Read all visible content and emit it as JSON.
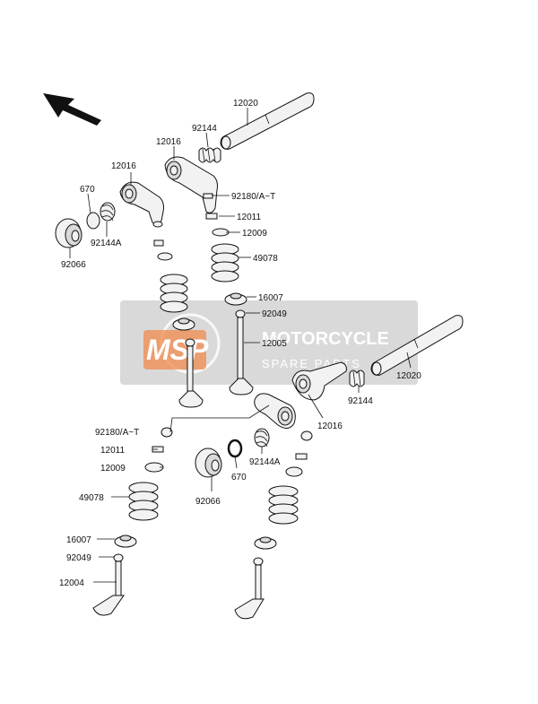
{
  "colors": {
    "line": "#111111",
    "watermark_box": "#b9b9b9",
    "watermark_logo": "#f08a4b"
  },
  "watermark": {
    "logo": "MSP",
    "line1": "MOTORCYCLE",
    "line2": "SPARE PARTS"
  },
  "labels": {
    "l12020a": "12020",
    "l92144a": "92144",
    "l12016a": "12016",
    "l12016b": "12016",
    "l670a": "670",
    "l92180a": "92180/A~T",
    "l12011a": "12011",
    "l12009a": "12009",
    "l92144Aa": "92144A",
    "l92066a": "92066",
    "l49078a": "49078",
    "l16007a": "16007",
    "l92049a": "92049",
    "l12005": "12005",
    "l12020b": "12020",
    "l92144b": "92144",
    "l12016c": "12016",
    "l92180b": "92180/A~T",
    "l12011b": "12011",
    "l12009b": "12009",
    "l92144Ab": "92144A",
    "l670b": "670",
    "l92066b": "92066",
    "l49078b": "49078",
    "l16007b": "16007",
    "l92049b": "92049",
    "l12004": "12004"
  },
  "icons": {
    "direction": "front-arrow-icon"
  }
}
